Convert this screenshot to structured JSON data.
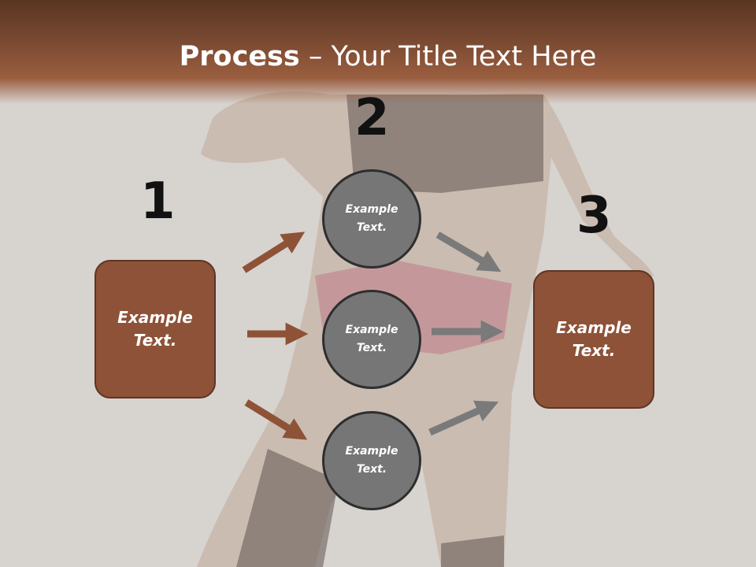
{
  "title": {
    "bold": "Process",
    "rest": " – Your Title Text Here"
  },
  "steps": [
    {
      "number": "1",
      "text": "Example\nText."
    },
    {
      "number": "2"
    },
    {
      "number": "3",
      "text": "Example\nText."
    }
  ],
  "circles": [
    {
      "text": "Example\nText."
    },
    {
      "text": "Example\nText."
    },
    {
      "text": "Example\nText."
    }
  ],
  "colors": {
    "header": "#8a5236",
    "box_fill": "#8d5238",
    "circle_fill": "#777677",
    "left_arrows": "#8e5236",
    "right_arrows": "#7a7a7a"
  }
}
